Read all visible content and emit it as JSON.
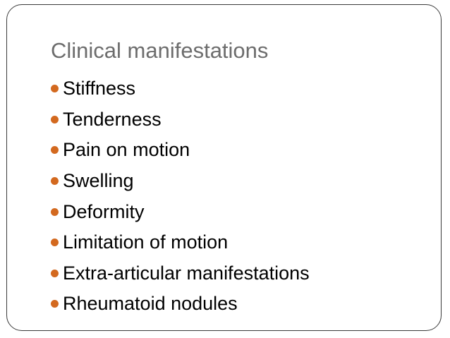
{
  "slide": {
    "title": "Clinical manifestations",
    "bullet_color": "#d3691f",
    "bullets": [
      {
        "label": "Stiffness"
      },
      {
        "label": "Tenderness"
      },
      {
        "label": "Pain on motion"
      },
      {
        "label": "Swelling"
      },
      {
        "label": "Deformity"
      },
      {
        "label": "Limitation of motion"
      },
      {
        "label": "Extra-articular manifestations"
      },
      {
        "label": "Rheumatoid nodules"
      }
    ]
  }
}
